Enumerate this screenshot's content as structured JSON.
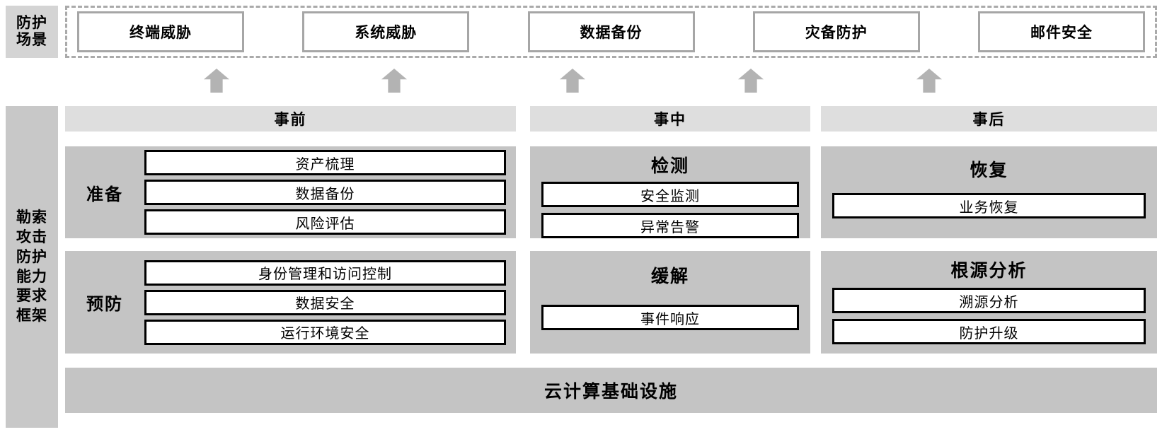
{
  "diagram": {
    "title": "勒索攻击防护能力要求框架",
    "colors": {
      "label_gray": "#d4d4d4",
      "panel_gray": "#c4c4c4",
      "phase_bar_gray": "#dedede",
      "sidebar_gray": "#c8c8c8",
      "dashed_border": "#aaaaaa",
      "scenario_border": "#a6a6a6",
      "item_border": "#000000",
      "arrow_gray": "#b3b3b3",
      "background": "#ffffff"
    }
  },
  "scenario_section": {
    "label": "防护场景",
    "label_lines": [
      "防护",
      "场景"
    ],
    "boxes": [
      {
        "label": "终端威胁"
      },
      {
        "label": "系统威胁"
      },
      {
        "label": "数据备份"
      },
      {
        "label": "灾备防护"
      },
      {
        "label": "邮件安全"
      }
    ],
    "arrows": [
      {
        "icon": "arrow-up-icon"
      },
      {
        "icon": "arrow-up-icon"
      },
      {
        "icon": "arrow-up-icon"
      },
      {
        "icon": "arrow-up-icon"
      },
      {
        "icon": "arrow-up-icon"
      }
    ]
  },
  "framework": {
    "sidebar_label": "勒索攻击防护能力要求框架",
    "sidebar_lines": [
      "勒索",
      "攻击",
      "防护",
      "能力",
      "要求",
      "框架"
    ],
    "phases": [
      {
        "label": "事前"
      },
      {
        "label": "事中"
      },
      {
        "label": "事后"
      }
    ],
    "groups": [
      {
        "title": "准备",
        "title_position": "left",
        "items": [
          {
            "label": "资产梳理"
          },
          {
            "label": "数据备份"
          },
          {
            "label": "风险评估"
          }
        ]
      },
      {
        "title": "检测",
        "title_position": "top",
        "items": [
          {
            "label": "安全监测"
          },
          {
            "label": "异常告警"
          }
        ]
      },
      {
        "title": "恢复",
        "title_position": "top",
        "items": [
          {
            "label": "业务恢复"
          }
        ]
      },
      {
        "title": "预防",
        "title_position": "left",
        "items": [
          {
            "label": "身份管理和访问控制"
          },
          {
            "label": "数据安全"
          },
          {
            "label": "运行环境安全"
          }
        ]
      },
      {
        "title": "缓解",
        "title_position": "top",
        "items": [
          {
            "label": "事件响应"
          }
        ]
      },
      {
        "title": "根源分析",
        "title_position": "top",
        "items": [
          {
            "label": "溯源分析"
          },
          {
            "label": "防护升级"
          }
        ]
      }
    ]
  },
  "infrastructure": {
    "label": "云计算基础设施"
  }
}
